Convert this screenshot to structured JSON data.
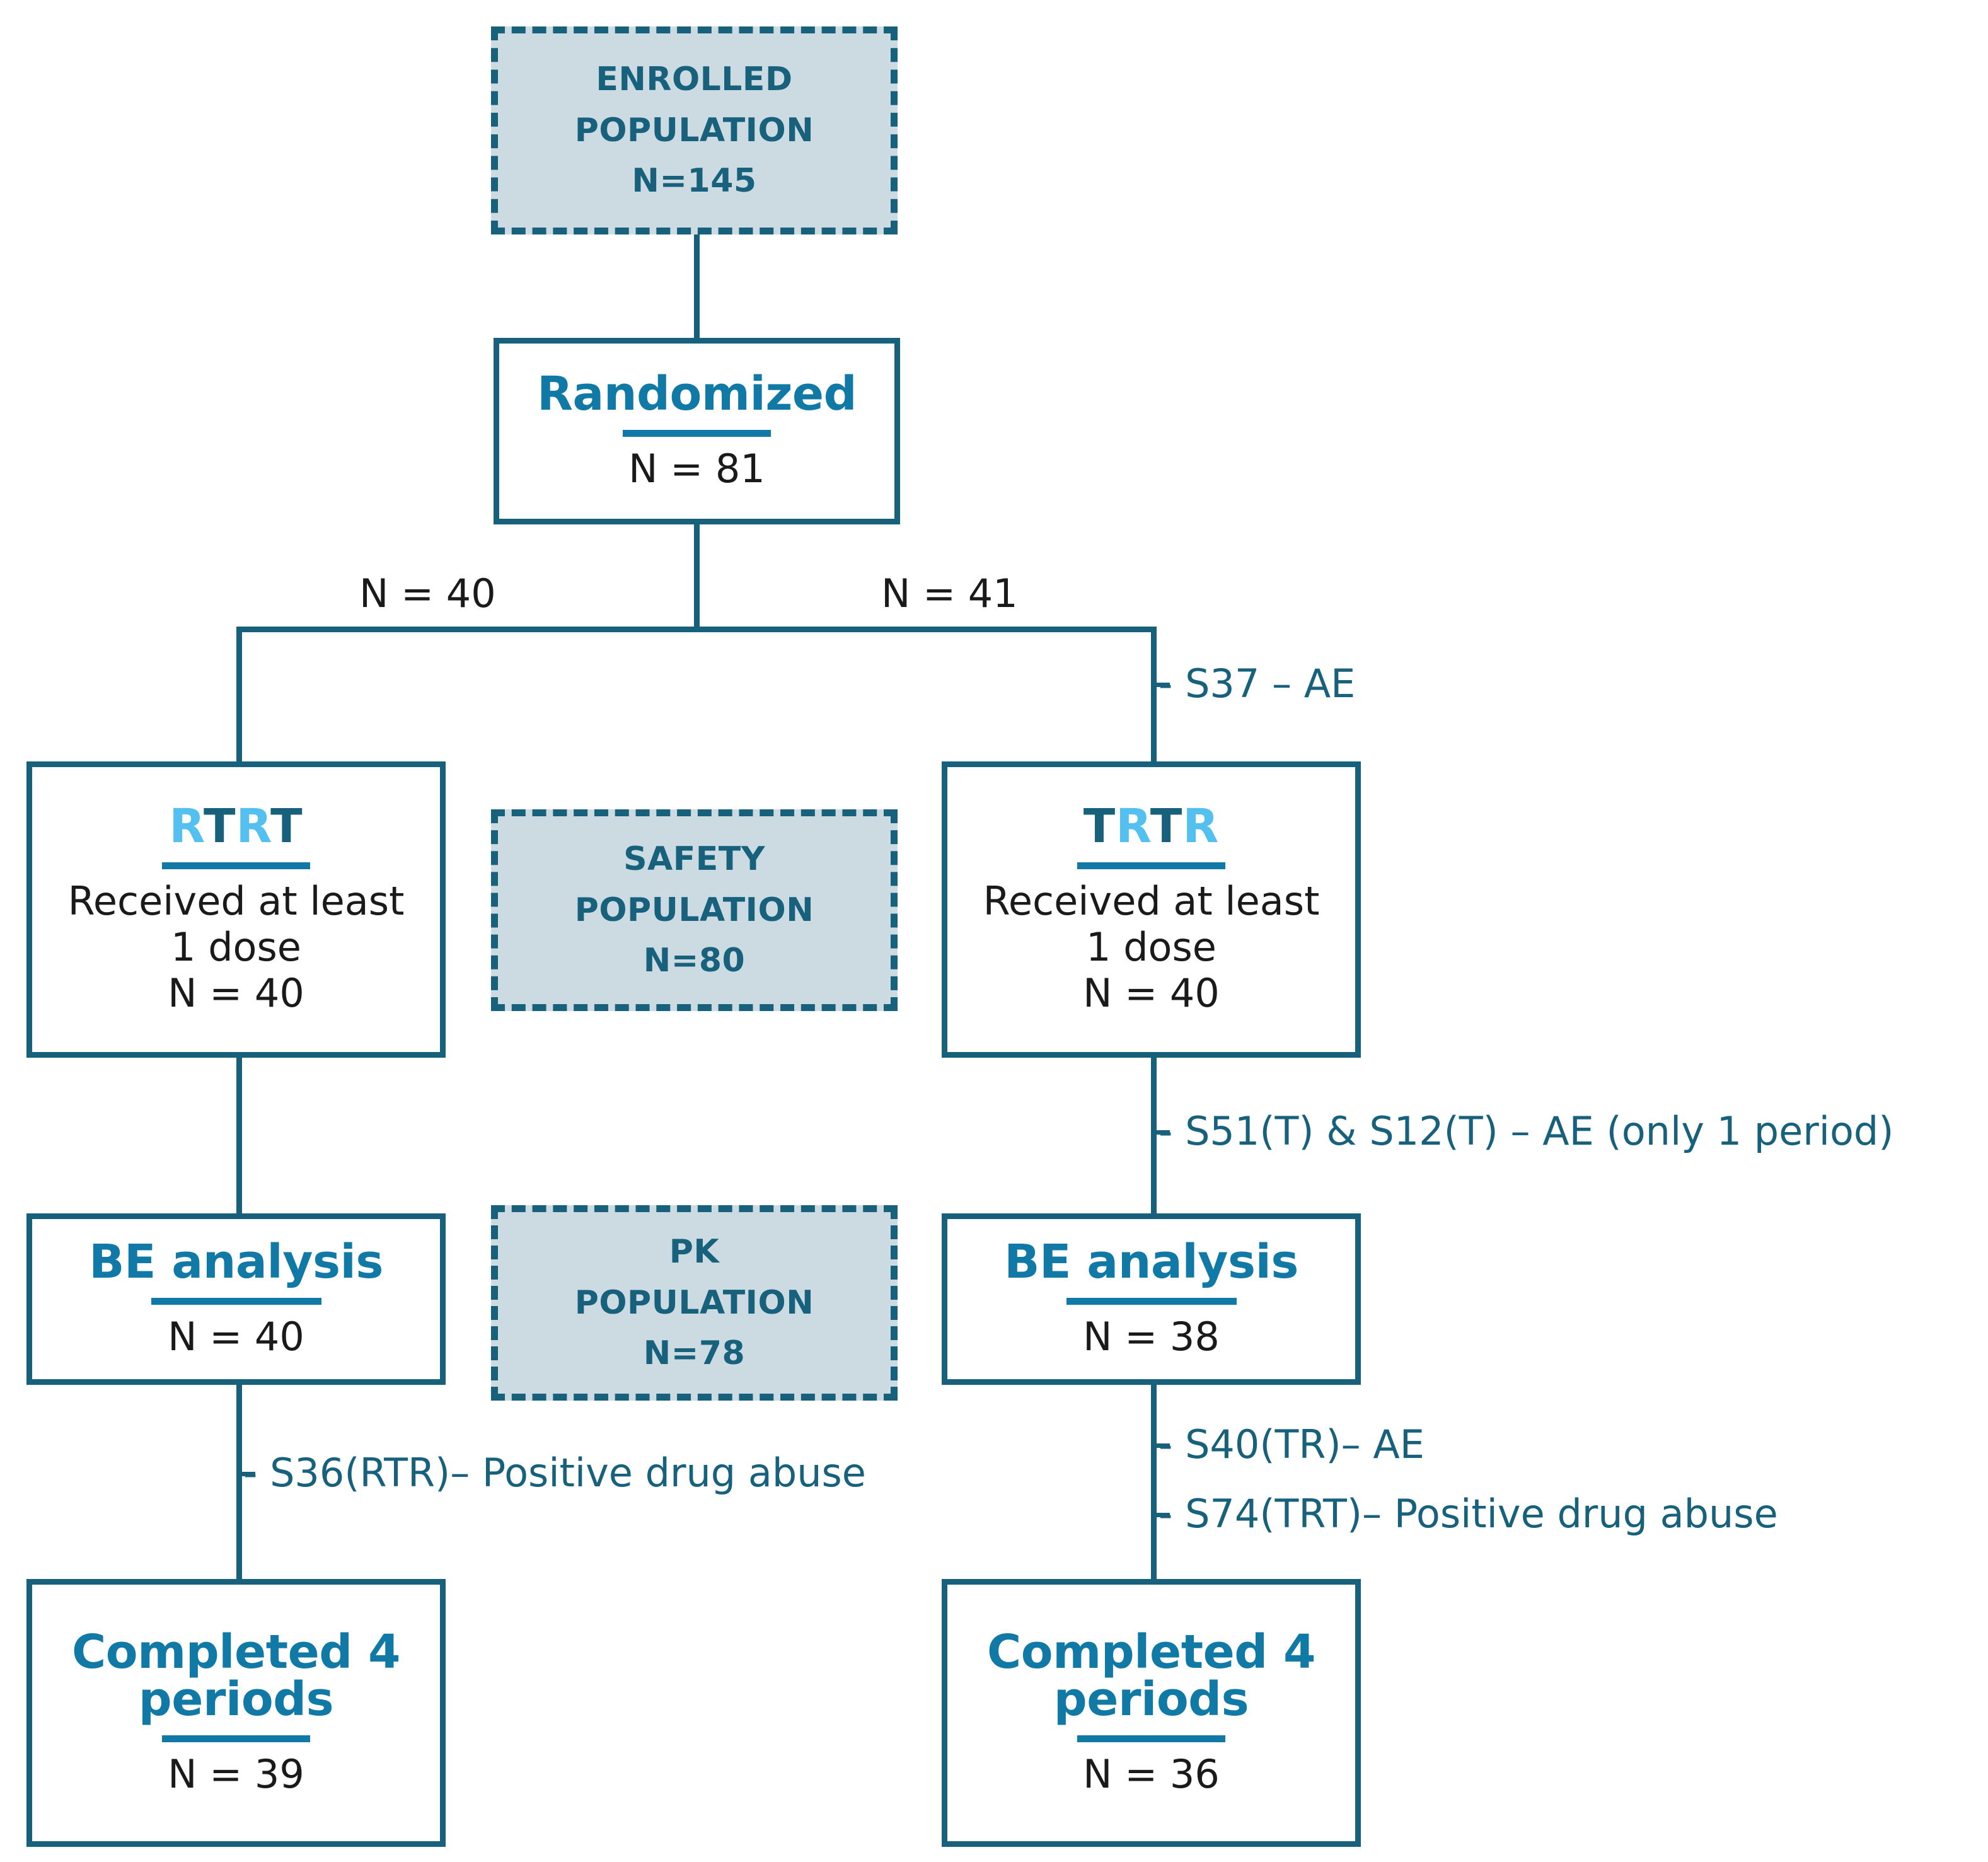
{
  "diagram": {
    "title": "CONSORT-style participant flow diagram",
    "colors": {
      "dark_teal": "#17617d",
      "medium_blue": "#1179a6",
      "light_blue": "#53c0ef",
      "shaded_fill": "#ccdae1",
      "black_text": "#1a1a1a",
      "background": "#ffffff"
    }
  },
  "nodes": {
    "enrolled": {
      "line1": "ENROLLED",
      "line2": "POPULATION",
      "line3": "N=145",
      "style": "shaded-dashed"
    },
    "randomized": {
      "title": "Randomized",
      "count": "N = 81",
      "style": "solid"
    },
    "rtrt": {
      "title_letters": [
        "R",
        "T",
        "R",
        "T"
      ],
      "title_letter_colors": [
        "light",
        "dark",
        "light",
        "dark"
      ],
      "body_line1": "Received at least",
      "body_line2": "1 dose",
      "count": "N = 40",
      "style": "solid"
    },
    "trtr": {
      "title_letters": [
        "T",
        "R",
        "T",
        "R"
      ],
      "title_letter_colors": [
        "dark",
        "light",
        "dark",
        "light"
      ],
      "body_line1": "Received at least",
      "body_line2": "1 dose",
      "count": "N = 40",
      "style": "solid"
    },
    "safety": {
      "line1": "SAFETY",
      "line2": "POPULATION",
      "line3": "N=80",
      "style": "shaded-dashed"
    },
    "be_left": {
      "title": "BE analysis",
      "count": "N = 40",
      "style": "solid"
    },
    "be_right": {
      "title": "BE analysis",
      "count": "N = 38",
      "style": "solid"
    },
    "pk": {
      "line1": "PK",
      "line2": "POPULATION",
      "line3": "N=78",
      "style": "shaded-dashed"
    },
    "completed_left": {
      "title": "Completed 4\nperiods",
      "count": "N = 39",
      "style": "solid"
    },
    "completed_right": {
      "title": "Completed 4\nperiods",
      "count": "N = 36",
      "style": "solid"
    }
  },
  "edge_labels": {
    "left_branch_n": "N = 40",
    "right_branch_n": "N = 41",
    "exclusion_s37": "- S37 – AE",
    "exclusion_s51_s12": "- S51(T) & S12(T) – AE (only 1 period)",
    "exclusion_s36": "- S36(RTR)– Positive drug abuse",
    "exclusion_s40": "- S40(TR)– AE",
    "exclusion_s74": "- S74(TRT)– Positive drug abuse"
  }
}
